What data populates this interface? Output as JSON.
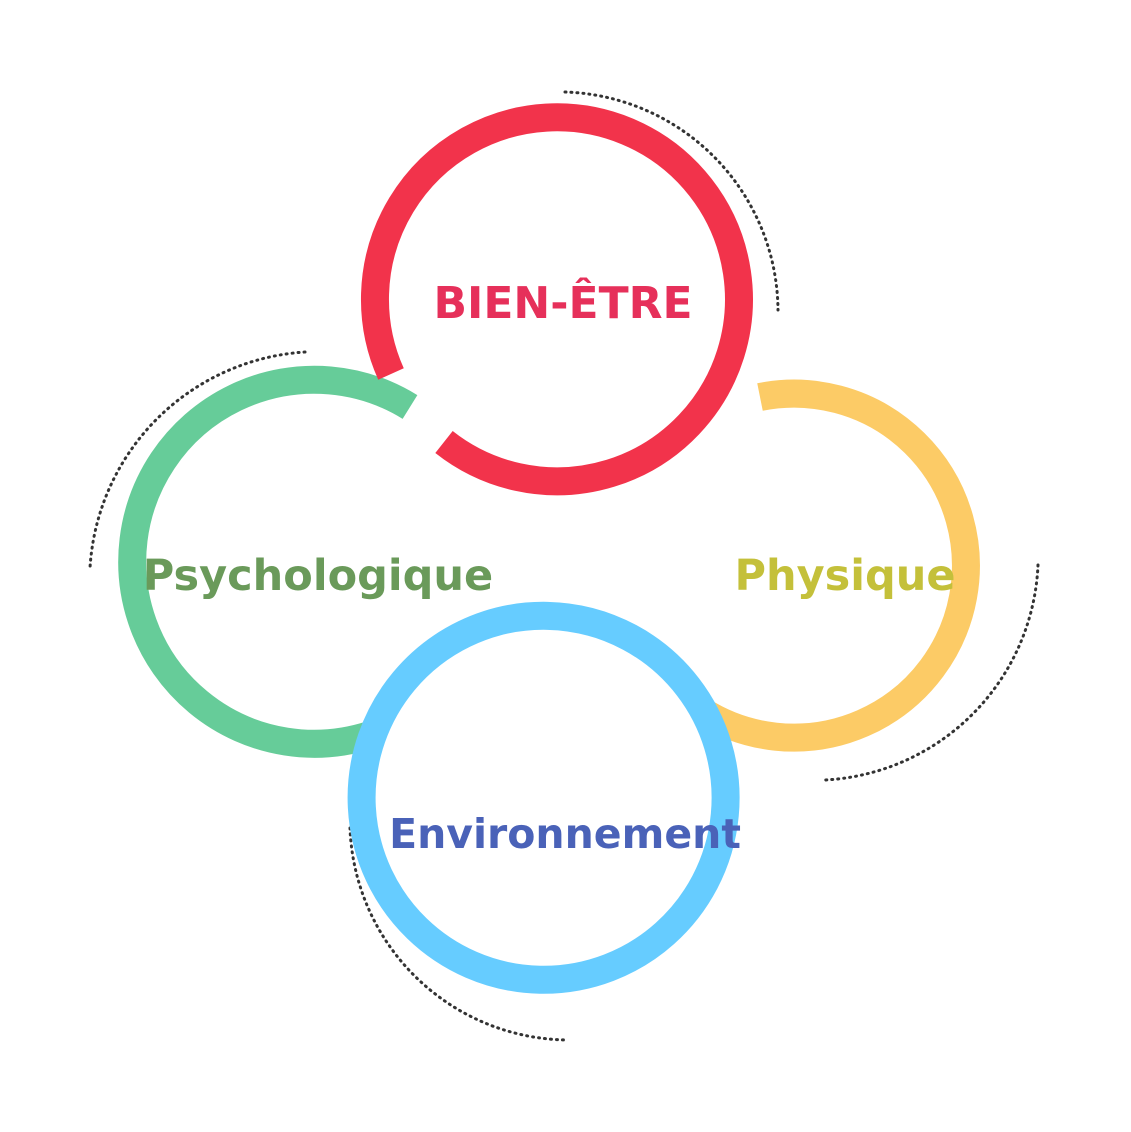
{
  "diagram": {
    "nodes": [
      {
        "id": "bien-etre",
        "label": "BIEN-ÊTRE",
        "ring_color": "#f2334b",
        "text_color": "#e6305a"
      },
      {
        "id": "psychologique",
        "label": "Psychologique",
        "ring_color": "#66cc99",
        "text_color": "#6a9a5a"
      },
      {
        "id": "physique",
        "label": "Physique",
        "ring_color": "#fccb66",
        "text_color": "#c4c03a"
      },
      {
        "id": "environnement",
        "label": "Environnement",
        "ring_color": "#66ccff",
        "text_color": "#4a62b8"
      }
    ],
    "dotted_arc_color": "#333333"
  }
}
